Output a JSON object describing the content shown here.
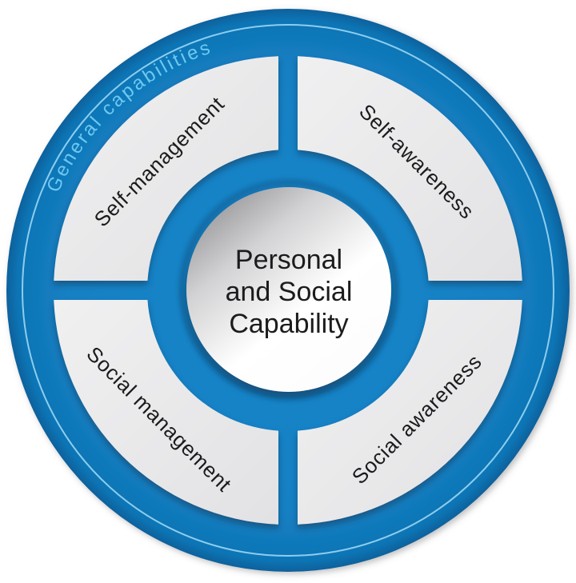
{
  "ring": {
    "label": "General capabilities"
  },
  "center_circle": {
    "title": "Personal and Social Capability",
    "line1": "Personal",
    "line2": "and Social",
    "line3": "Capability"
  },
  "quadrants": [
    {
      "label": "Self-management",
      "position": "top-left"
    },
    {
      "label": "Self-awareness",
      "position": "top-right"
    },
    {
      "label": "Social management",
      "position": "bottom-left"
    },
    {
      "label": "Social awareness",
      "position": "bottom-right"
    }
  ],
  "colors": {
    "ring_blue": "#1480c4",
    "ring_blue_light": "#1a87ca",
    "ring_blue_dark_rim": "#0b619c",
    "ring_label_text": "#6fc8f0",
    "thin_arc": "#9bd7f4",
    "segment_gray_light": "#f0f0f1",
    "segment_gray_dark": "#e2e2e4",
    "center_gradient_dark": "#929295",
    "center_gradient_mid": "#d2d2d4",
    "center_gradient_light": "#ffffff",
    "label_text": "#1b1b1d"
  }
}
